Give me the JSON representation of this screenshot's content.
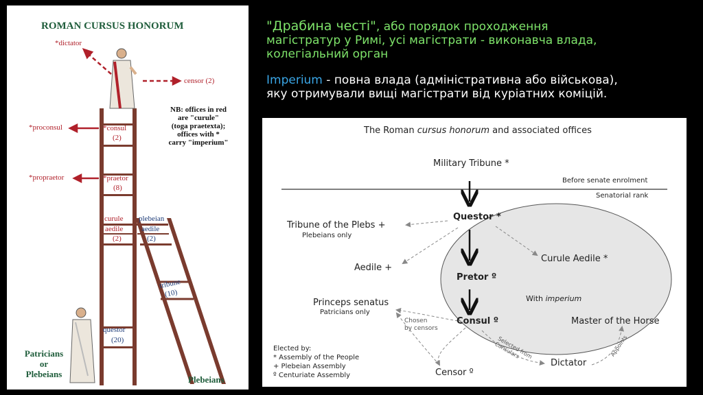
{
  "ladder": {
    "title": "ROMAN CURSUS HONORUM",
    "dictator": "*dictator",
    "censor": "censor (2)",
    "note": [
      "NB: offices in red",
      "are \"curule\"",
      "(toga praetexta);",
      "offices with *",
      "carry \"imperium\""
    ],
    "proconsul": "*proconsul",
    "consul": "*consul",
    "consul_count": "(2)",
    "propraetor": "*propraetor",
    "praetor": "*praetor",
    "praetor_count": "(8)",
    "curule": "curule",
    "aedile_red": "aedile",
    "aedile_red_count": "(2)",
    "plebeian": "plebeian",
    "aedile_blue": "aedile",
    "aedile_blue_count": "(2)",
    "tribune": "tribune",
    "tribune_count": "(10)",
    "questor": "questor",
    "questor_count": "(20)",
    "patricians": [
      "Patricians",
      "or",
      "Plebeians"
    ],
    "plebeians": "Plebeians"
  },
  "heading": {
    "title_quoted": "\"Драбина честі\"",
    "title_rest": ", або порядок проходження",
    "line2": "магістратур у Римі, усі магістрати - виконавча влада,",
    "line3": "колегіальний орган",
    "imperium_word": "Imperium",
    "imperium_rest": " - повна влада (адміністративна або військова),",
    "line5": "яку отримували вищі магістрати від куріатних коміцій."
  },
  "diagram": {
    "title_pre": "The Roman ",
    "title_italic": "cursus honorum",
    "title_post": " and associated offices",
    "military_tribune": "Military Tribune *",
    "before_senate": "Before senate enrolment",
    "senatorial_rank": "Senatorial rank",
    "questor": "Questor *",
    "tribune_plebs": "Tribune of the Plebs +",
    "plebeians_only": "Plebeians only",
    "aedile": "Aedile +",
    "curule_aedile": "Curule Aedile *",
    "pretor": "Pretor º",
    "with_pre": "With ",
    "with_imperium": "imperium",
    "princeps": "Princeps senatus",
    "patricians_only": "Patricians only",
    "chosen": [
      "Chosen",
      "by censors"
    ],
    "consul": "Consul º",
    "master_horse": "Master of the Horse",
    "selected": [
      "Selected from",
      "Consulars"
    ],
    "appoints": "Appoints",
    "dictator": "Dictator",
    "censor": "Censor º",
    "legend": [
      "Elected by:",
      "* Assembly of the People",
      "+ Plebeian Assembly",
      "º Centuriate Assembly"
    ]
  },
  "colors": {
    "ladder_wood": "#7a3b2e",
    "green_title": "#1e5c3a",
    "red": "#b0202a",
    "blue": "#1e3c78",
    "heading_green": "#7ee36a",
    "imperium_blue": "#3aa6e6",
    "ellipse": "#e6e6e6"
  }
}
